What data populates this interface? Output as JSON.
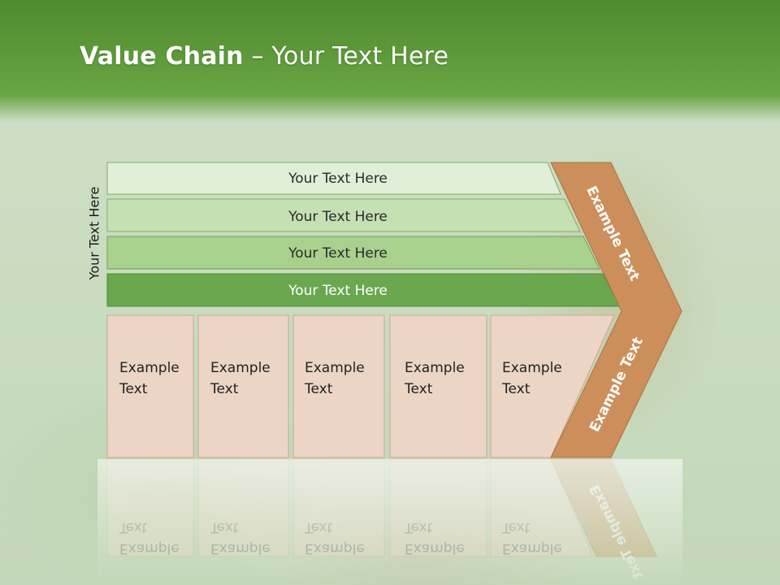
{
  "title": {
    "bold": "Value Chain",
    "rest": " – Your Text Here"
  },
  "side_label": "Your Text Here",
  "bars": [
    {
      "label": "Your Text Here",
      "color": "#e1efd8"
    },
    {
      "label": "Your Text Here",
      "color": "#c5e0b3"
    },
    {
      "label": "Your Text Here",
      "color": "#a8d18d"
    },
    {
      "label": "Your Text Here",
      "color": "#6aa84f"
    }
  ],
  "boxes": [
    {
      "line1": "Example",
      "line2": "Text"
    },
    {
      "line1": "Example",
      "line2": "Text"
    },
    {
      "line1": "Example",
      "line2": "Text"
    },
    {
      "line1": "Example",
      "line2": "Text"
    },
    {
      "line1": "Example",
      "line2": "Text"
    }
  ],
  "arrow": {
    "upper_label": "Example Text",
    "lower_label": "Example Text",
    "color": "#cc8f5b"
  },
  "box_fill": "#ecd5c4"
}
